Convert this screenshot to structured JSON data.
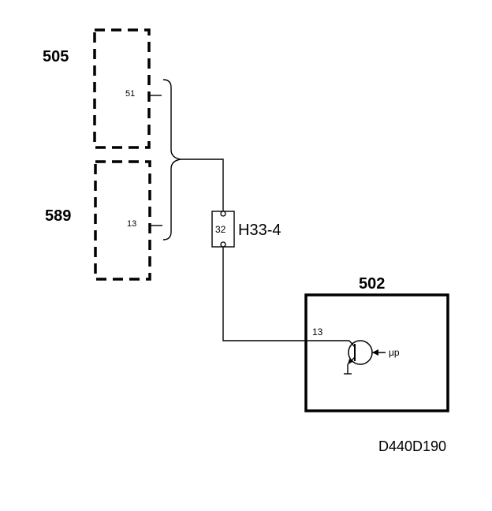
{
  "components": {
    "c505": {
      "label": "505",
      "pin": "51"
    },
    "c589": {
      "label": "589",
      "pin": "13"
    },
    "connector": {
      "label": "H33-4",
      "pin": "32"
    },
    "c502": {
      "label": "502",
      "pin": "13",
      "signal": "μp"
    }
  },
  "drawing_code": "D440D190",
  "colors": {
    "ink": "#000000",
    "background": "#ffffff"
  }
}
